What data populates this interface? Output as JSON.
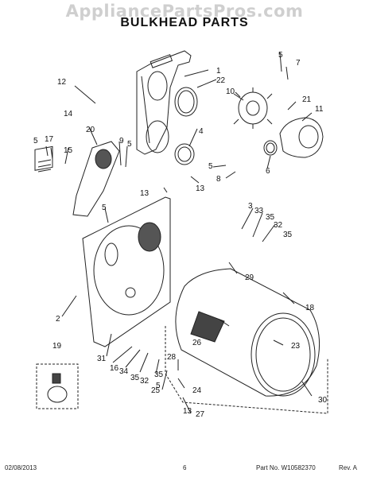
{
  "watermark": "AppliancePartsPros.com",
  "title": "BULKHEAD PARTS",
  "callouts": [
    "1",
    "2",
    "3",
    "4",
    "5",
    "6",
    "7",
    "8",
    "9",
    "10",
    "11",
    "12",
    "13",
    "14",
    "15",
    "16",
    "17",
    "18",
    "19",
    "20",
    "21",
    "22",
    "23",
    "24",
    "25",
    "26",
    "27",
    "28",
    "29",
    "30",
    "31",
    "32",
    "33",
    "34",
    "35"
  ],
  "footer": {
    "date": "02/08/2013",
    "page": "6",
    "part_no": "Part No. W10582370",
    "rev": "Rev. A"
  }
}
